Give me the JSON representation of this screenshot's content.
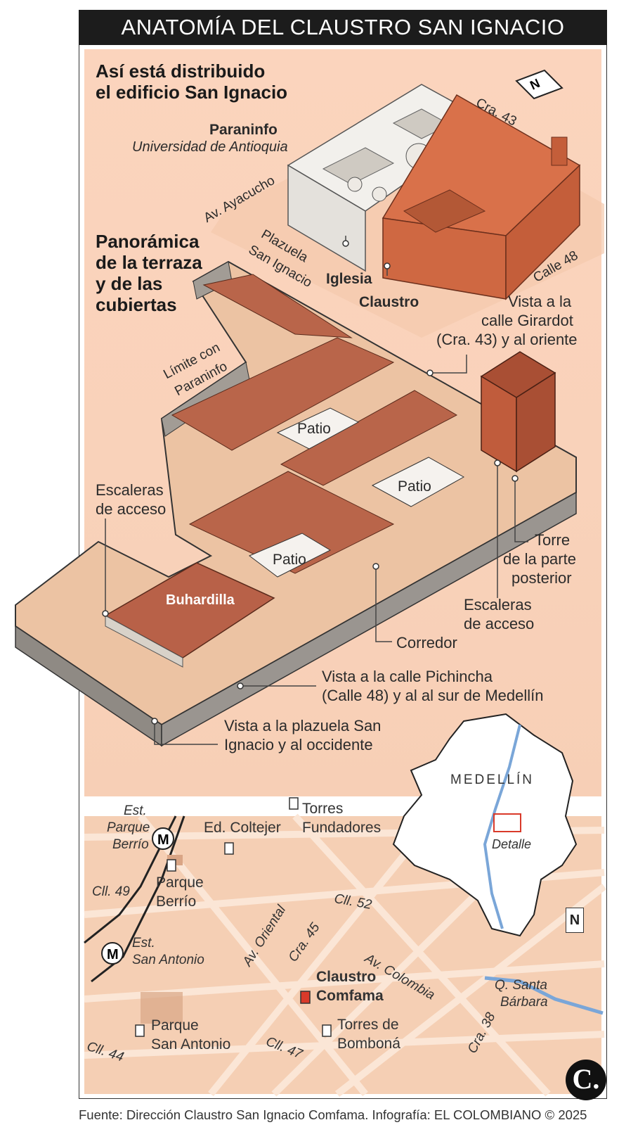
{
  "title": "ANATOMÍA DEL CLAUSTRO SAN IGNACIO",
  "section_distribution": {
    "line1": "Así está distribuido",
    "line2": "el edificio San Ignacio"
  },
  "section_panorama": {
    "line1": "Panorámica",
    "line2": "de la terraza",
    "line3": "y de las",
    "line4": "cubiertas"
  },
  "building_labels": {
    "paraninfo": "Paraninfo",
    "paraninfo_sub": "Universidad de Antioquia",
    "iglesia": "Iglesia",
    "claustro": "Claustro"
  },
  "streets_top": {
    "cra43": "Cra. 43",
    "ayacucho": "Av. Ayacucho",
    "plazuela_1": "Plazuela",
    "plazuela_2": "San Ignacio",
    "calle48": "Calle 48"
  },
  "callouts": {
    "girardot_1": "Vista a la",
    "girardot_2": "calle Girardot",
    "girardot_3": "(Cra. 43) y al oriente",
    "limite_1": "Límite con",
    "limite_2": "Paraninfo",
    "patio": "Patio",
    "escaleras_1": "Escaleras",
    "escaleras_2": "de acceso",
    "torre_1": "Torre",
    "torre_2": "de la parte",
    "torre_3": "posterior",
    "buhardilla": "Buhardilla",
    "escaleras_r1": "Escaleras",
    "escaleras_r2": "de acceso",
    "corredor": "Corredor",
    "pichincha_1": "Vista a la calle Pichincha",
    "pichincha_2": "(Calle 48) y al al sur de Medellín",
    "plazuela_1": "Vista a la plazuela San",
    "plazuela_2": "Ignacio y al occidente"
  },
  "map": {
    "est_berrio_1": "Est.",
    "est_berrio_2": "Parque",
    "est_berrio_3": "Berrío",
    "coltejer": "Ed. Coltejer",
    "torres_fund_1": "Torres",
    "torres_fund_2": "Fundadores",
    "parque_berrio_1": "Parque",
    "parque_berrio_2": "Berrío",
    "cll49": "Cll. 49",
    "cll52": "Cll. 52",
    "av_oriental": "Av. Oriental",
    "cra45": "Cra. 45",
    "est_antonio_1": "Est.",
    "est_antonio_2": "San Antonio",
    "av_colombia": "Av. Colombia",
    "claustro_1": "Claustro",
    "claustro_2": "Comfama",
    "q_santa_1": "Q. Santa",
    "q_santa_2": "Bárbara",
    "parque_antonio_1": "Parque",
    "parque_antonio_2": "San Antonio",
    "torres_bom_1": "Torres de",
    "torres_bom_2": "Bomboná",
    "cra38": "Cra. 38",
    "cll44": "Cll. 44",
    "cll47": "Cll. 47",
    "medellin": "MEDELLÍN",
    "detalle": "Detalle",
    "north": "N"
  },
  "footer": "Fuente: Dirección Claustro San Ignacio Comfama. Infografía: EL COLOMBIANO © 2025",
  "logo": "C.",
  "colors": {
    "peach": "#fbd4bd",
    "roof": "#b9654a",
    "brick": "#d9714a",
    "stone": "#9a9590",
    "river": "#7aa6d8"
  }
}
